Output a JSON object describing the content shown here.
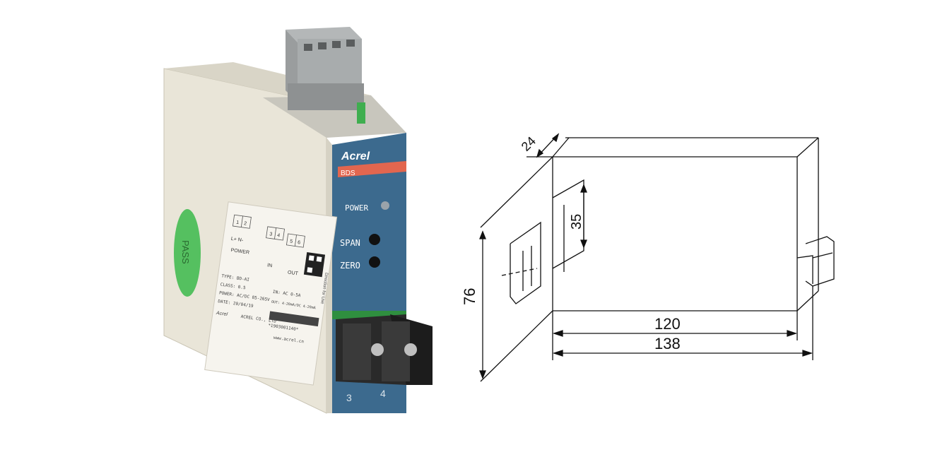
{
  "product": {
    "brand": "Acrel",
    "model_band": "BDS",
    "indicator_power": "POWER",
    "knob_span": "SPAN",
    "knob_zero": "ZERO",
    "terminal_left": "3",
    "terminal_right": "4",
    "label": {
      "terminal_1": "1",
      "terminal_2": "2",
      "terminal_3": "3",
      "terminal_4": "4",
      "terminal_5": "5",
      "terminal_6": "6",
      "power_symbols": "L+ N-",
      "power": "POWER",
      "in": "IN",
      "out": "OUT",
      "type": "TYPE: BD-AI",
      "class": "CLASS: 0.5",
      "power_spec": "POWER: AC/DC 85-265V",
      "date": "DATE: 20/04/19",
      "in_spec": "IN: AC 0-5A",
      "out_spec": "OUT: 4-20mA/DC 4-20mA",
      "brand": "Acrel",
      "company": "ACREL CO., LTD",
      "barcode_number": "*1903001140*",
      "website": "www.acrel.cn",
      "direction": "Direction for Use"
    },
    "pass_sticker": "PASS",
    "colors": {
      "housing": "#e9e5d8",
      "front_panel": "#3c6a8e",
      "model_band": "#e2664f",
      "terminal_block": "#2a2a2a",
      "connector": "#a8acad",
      "pass_sticker": "#55c060"
    }
  },
  "dimensions": {
    "width_inner": "120",
    "width_outer": "138",
    "height": "76",
    "depth": "24",
    "rail_height": "35"
  }
}
